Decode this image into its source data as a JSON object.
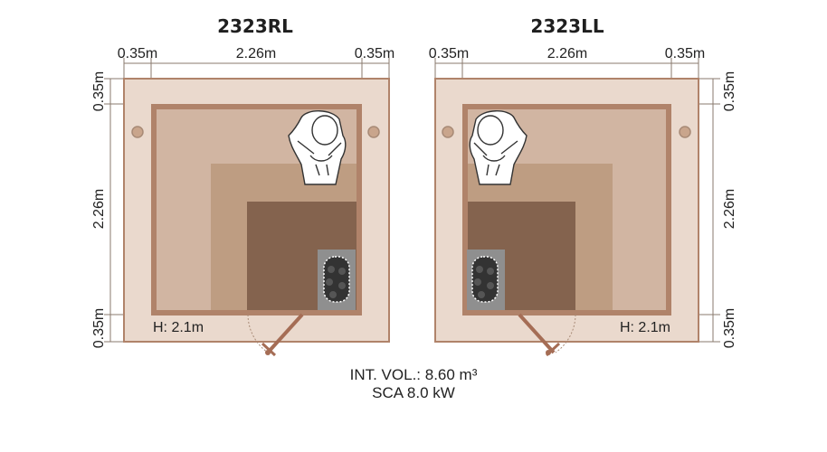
{
  "plans": [
    {
      "title": "2323RL",
      "top_dims": [
        "0.35m",
        "2.26m",
        "0.35m"
      ],
      "side_dims": [
        "0.35m",
        "2.26m",
        "0.35m"
      ],
      "height_label": "H: 2.1m"
    },
    {
      "title": "2323LL",
      "top_dims": [
        "0.35m",
        "2.26m",
        "0.35m"
      ],
      "side_dims": [
        "0.35m",
        "2.26m",
        "0.35m"
      ],
      "height_label": "H: 2.1m"
    }
  ],
  "footer": {
    "volume": "INT. VOL.: 8.60 m³",
    "heater": "SCA 8.0 kW"
  },
  "colors": {
    "outer_fill": "#ead9cd",
    "frame": "#b0836a",
    "bench_light": "#d1b5a2",
    "bench_mid": "#be9d82",
    "bench_dark": "#84634e",
    "heater": "#8f8f8f",
    "door": "#a56d55"
  },
  "icons": [
    "person-icon",
    "heater-icon",
    "light-icon",
    "door-icon"
  ]
}
